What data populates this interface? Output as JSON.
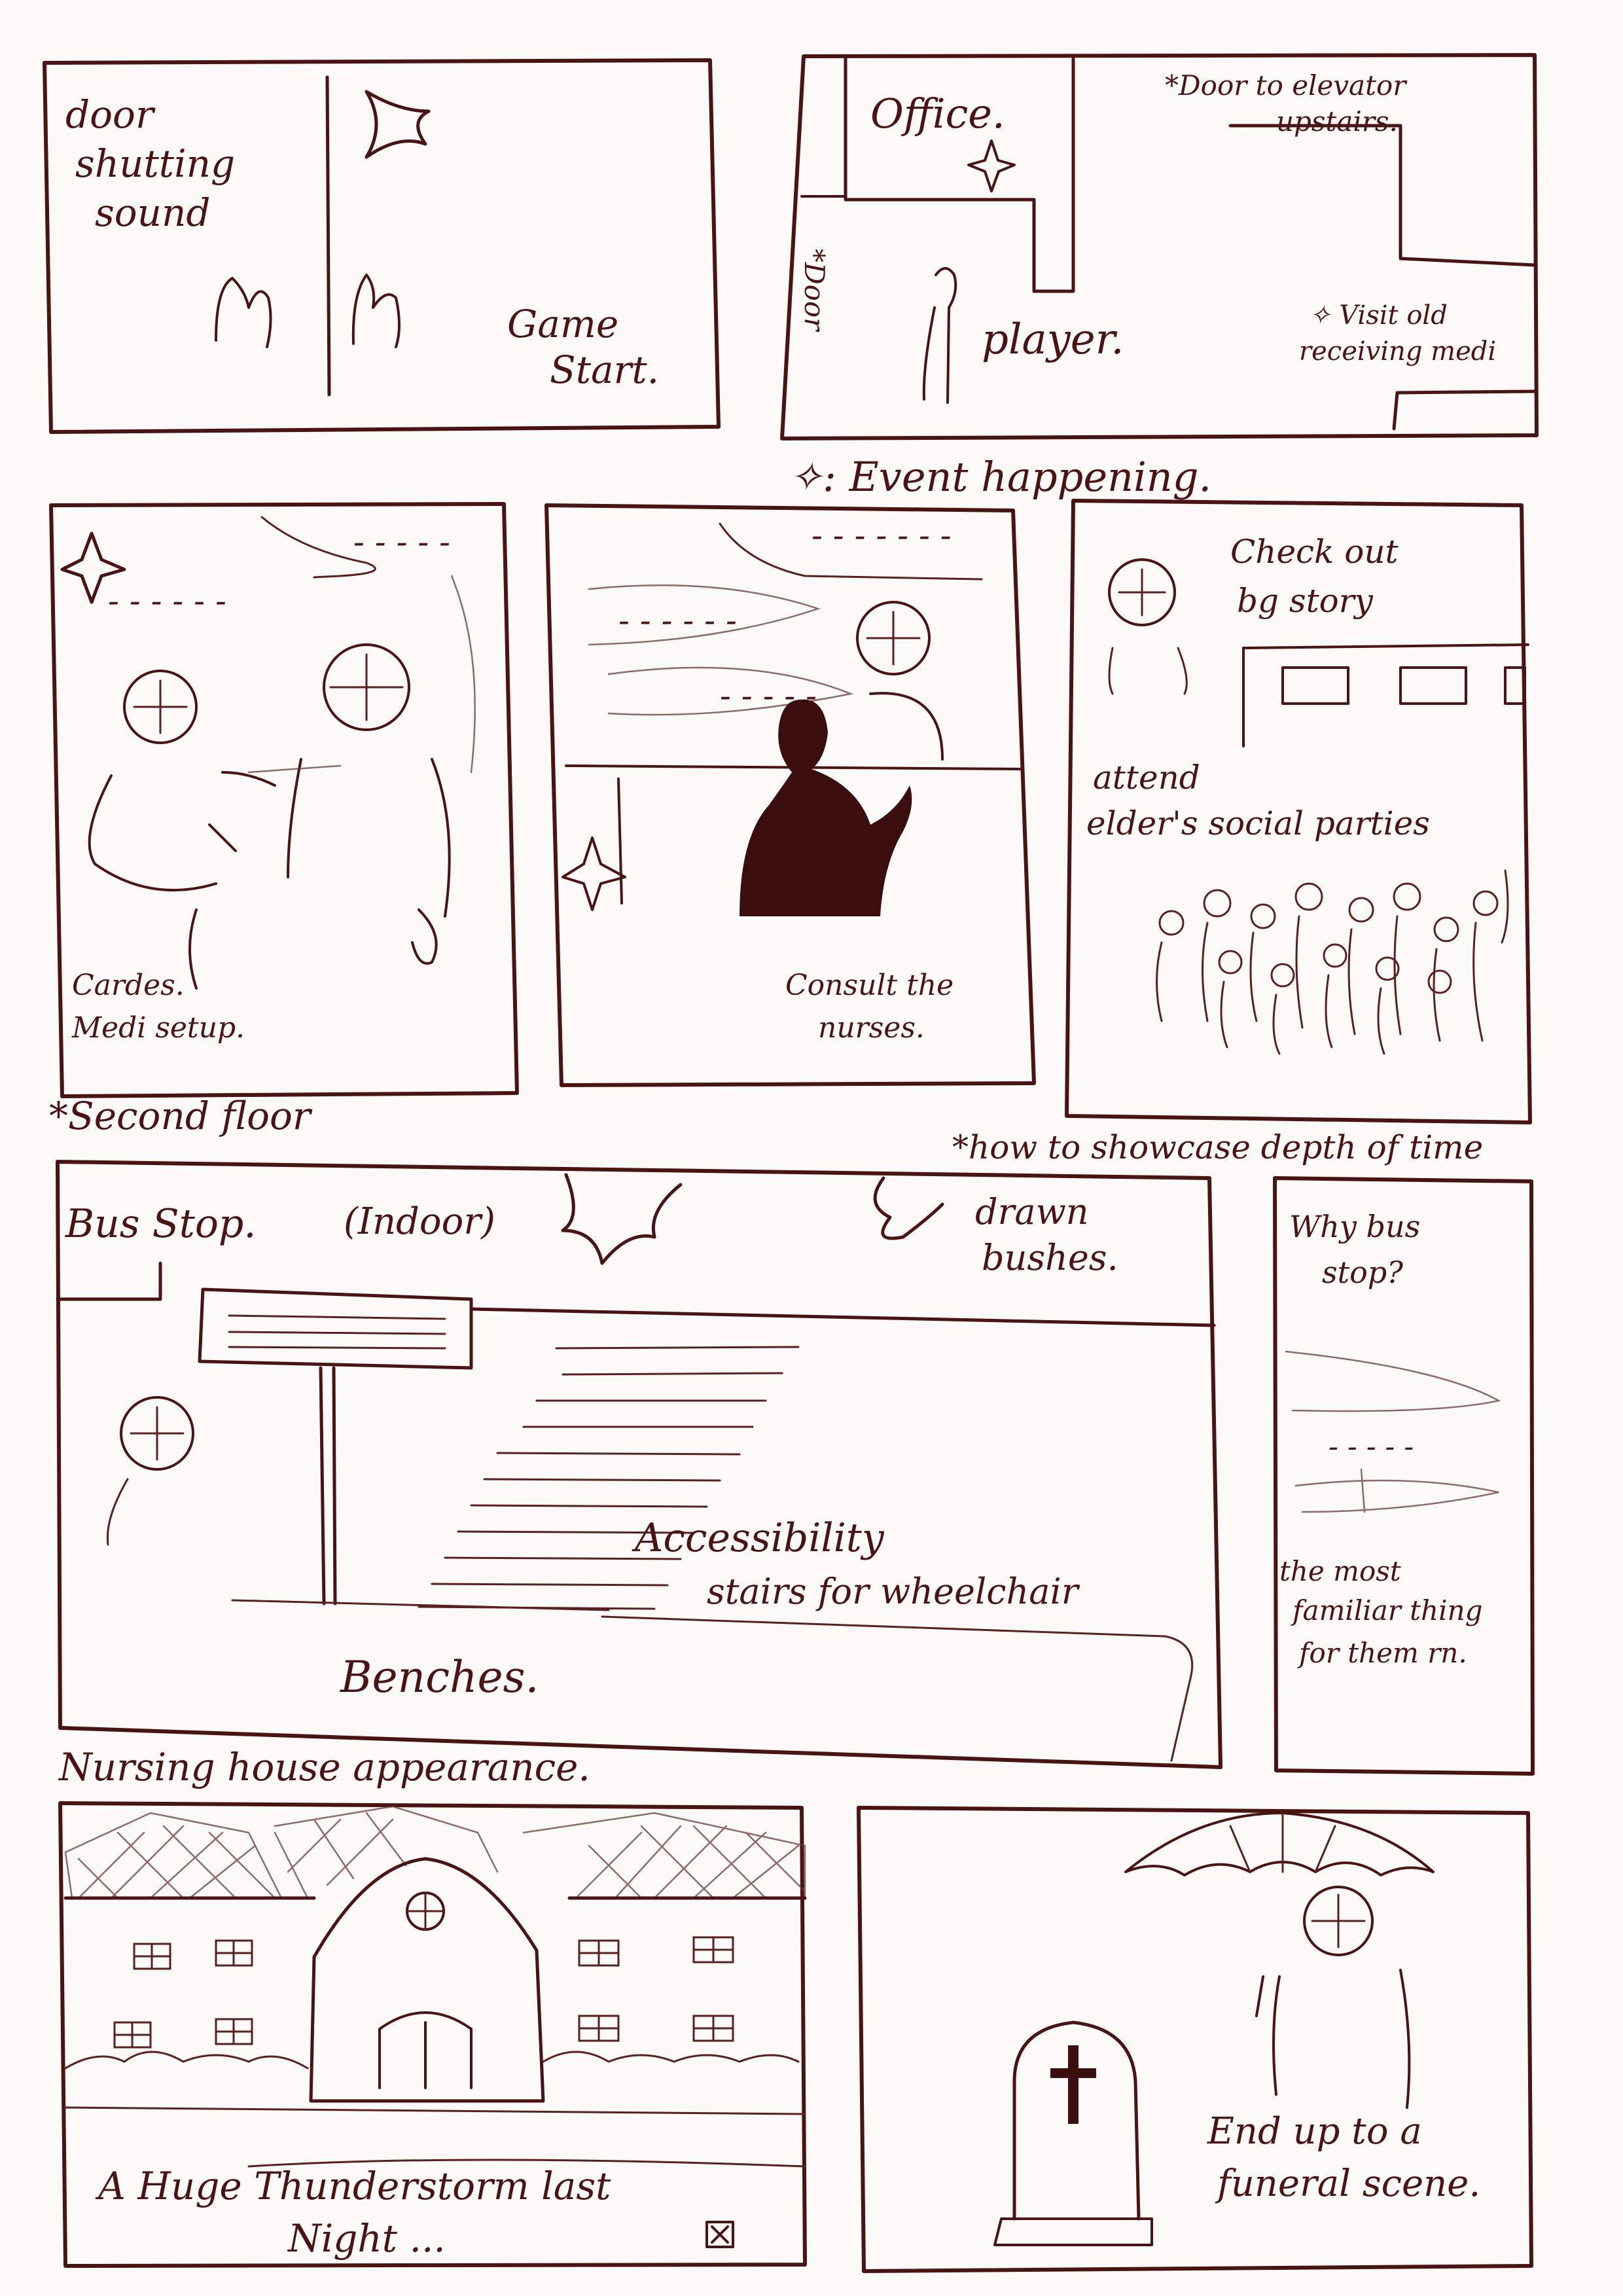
{
  "notes": {
    "event_legend": "✧: Event happening.",
    "second_floor": "*Second floor",
    "depth_of_time": "*how to showcase depth of time",
    "nursing_house": "Nursing house appearance."
  },
  "panel_door": {
    "sound": [
      "door",
      "shutting",
      "sound"
    ],
    "game_start": [
      "Game",
      "Start."
    ]
  },
  "panel_map": {
    "office": "Office.",
    "elevator": [
      "*Door to elevator",
      "upstairs."
    ],
    "door": "*Door",
    "player": "player.",
    "visit": [
      "✧ Visit old",
      "receiving medi"
    ]
  },
  "panel_medi": {
    "caption": [
      "Cardes.",
      "Medi setup."
    ]
  },
  "panel_nurses": {
    "caption": [
      "Consult the",
      "nurses."
    ]
  },
  "panel_story": {
    "bg_story": [
      "Check out",
      "bg story"
    ],
    "parties": [
      "attend",
      "elder's social parties"
    ]
  },
  "panel_bus": {
    "bus_stop": "Bus Stop.",
    "indoor": "(Indoor)",
    "bushes": [
      "drawn",
      "bushes."
    ],
    "stairs": [
      "Accessibility",
      "stairs for wheelchair"
    ],
    "benches": "Benches."
  },
  "panel_why": {
    "question": [
      "Why bus",
      "stop?"
    ],
    "answer": [
      "the most",
      "familiar thing",
      "for them rn."
    ]
  },
  "panel_house": {
    "caption": [
      "A Huge Thunderstorm last",
      "Night ..."
    ]
  },
  "panel_funeral": {
    "caption": [
      "End up to a",
      "funeral scene."
    ]
  }
}
